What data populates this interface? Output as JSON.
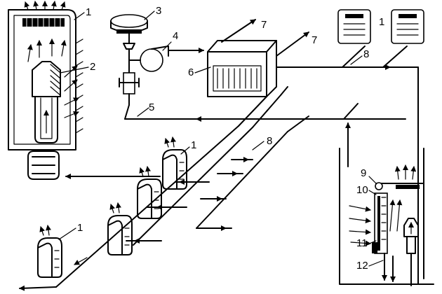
{
  "diagram": {
    "labels": {
      "n1a": "1",
      "n2": "2",
      "n3": "3",
      "n4": "4",
      "n5": "5",
      "n6": "6",
      "n7a": "7",
      "n7b": "7",
      "n8a": "8",
      "n8b": "8",
      "n1b": "1",
      "n1c": "1",
      "n1d": "1",
      "n9": "9",
      "n10": "10",
      "n11": "11",
      "n12": "12"
    }
  }
}
